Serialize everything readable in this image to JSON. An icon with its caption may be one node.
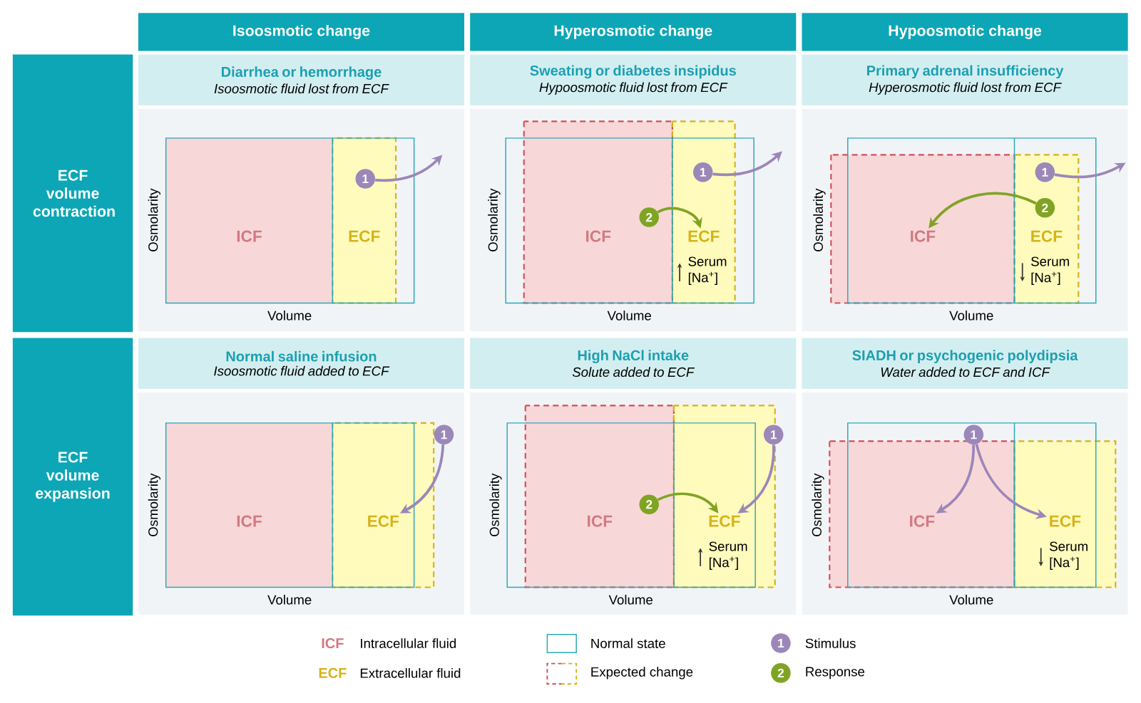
{
  "diagram": {
    "nodes": [
      {
        "text": [
          "Isoosmotic change"
        ]
      },
      {
        "text": [
          "Hyperosmotic change"
        ]
      },
      {
        "text": [
          "Hypoosmotic change"
        ]
      },
      {
        "text": [
          "ECF volume contraction"
        ]
      },
      {
        "text": [
          "Diarrhea or hemorrhage",
          "Isoosmotic fluid lost from ECF"
        ]
      },
      {
        "text": [
          "Sweating or diabetes insipidus",
          "Hypoosmotic fluid lost from ECF"
        ]
      },
      {
        "text": [
          "Primary adrenal insufficiency",
          "Hyperosmotic fluid lost from ECF"
        ]
      },
      {
        "text": [
          "ICF"
        ]
      },
      {
        "text": [
          "ECF"
        ]
      },
      {
        "text": [
          "1"
        ]
      },
      {
        "text": [
          "ICF"
        ]
      },
      {
        "text": [
          "ECF"
        ],
        "beside": [
          "Serum [Na$^{+}$]"
        ]
      },
      {
        "text": [
          "1"
        ]
      },
      {
        "text": [
          "2"
        ]
      },
      {
        "text": [
          "ICF"
        ]
      },
      {
        "text": [
          "ECF"
        ],
        "beside": [
          "Serum [Na$^{+}$]"
        ]
      },
      {
        "text": [
          "1"
        ]
      },
      {
        "text": [
          "2"
        ]
      },
      {
        "text": [
          "ECF volume expansion"
        ]
      },
      {
        "text": [
          "Normal saline infusion",
          "Isoosmotic fluid added to ECF"
        ]
      },
      {
        "text": [
          "High NaCl intake",
          "Solute added to ECF"
        ]
      },
      {
        "text": [
          "SIADH or psychogenic polydipsia",
          "Water added to ECF and ICF"
        ]
      },
      {
        "text": [
          "ICF"
        ]
      },
      {
        "text": [
          "ECF"
        ]
      },
      {
        "text": [
          "1"
        ]
      },
      {
        "text": [
          "ICF"
        ]
      },
      {
        "text": [
          "ECF"
        ],
        "beside": [
          "Serum [Na$^{+}$]"
        ]
      },
      {
        "text": [
          "1"
        ]
      },
      {
        "text": [
          "2"
        ]
      },
      {
        "text": [
          "ICF"
        ]
      },
      {
        "text": [
          "ECF"
        ],
        "beside": [
          "Serum [Na$^{+}$]"
        ]
      },
      {
        "text": [
          "1"
        ]
      },
      {
        "text": [
          "1"
        ]
      },
      {
        "text": [
          "2"
        ]
      }
    ],
    "edges": [
      {
        "from": 9,
        "to": null,
        "arrow": "to"
      },
      {
        "from": 12,
        "to": null,
        "arrow": "to"
      },
      {
        "from": 13,
        "to": 11,
        "arrow": "to",
        "color": "#7fa424"
      },
      {
        "from": 16,
        "to": null,
        "arrow": "to"
      },
      {
        "from": 17,
        "to": 14,
        "arrow": "to",
        "color": "#7fa424"
      },
      {
        "from": 24,
        "to": 23,
        "arrow": "to"
      },
      {
        "from": 27,
        "to": 26,
        "arrow": "to"
      },
      {
        "from": 28,
        "to": 26,
        "arrow": "to",
        "color": "#7fa424"
      },
      {
        "from": 31,
        "to": 29,
        "arrow": "to"
      },
      {
        "from": 31,
        "to": 30,
        "arrow": "to"
      }
    ],
    "labels": [
      "Osmolarity",
      "Volume",
      "Osmolarity",
      "Volume",
      "Osmolarity",
      "Volume",
      "Osmolarity",
      "Volume",
      "Osmolarity",
      "Volume",
      "Osmolarity",
      "Volume",
      "ICF",
      "ECF"
    ],
    "legend": [
      {
        "text": "Intracellular fluid"
      },
      {
        "text": "Extracellular fluid"
      },
      {
        "text": "Normal state"
      },
      {
        "text": "Expected change"
      },
      {
        "text": "Stimulus"
      },
      {
        "text": "Response"
      }
    ]
  }
}
